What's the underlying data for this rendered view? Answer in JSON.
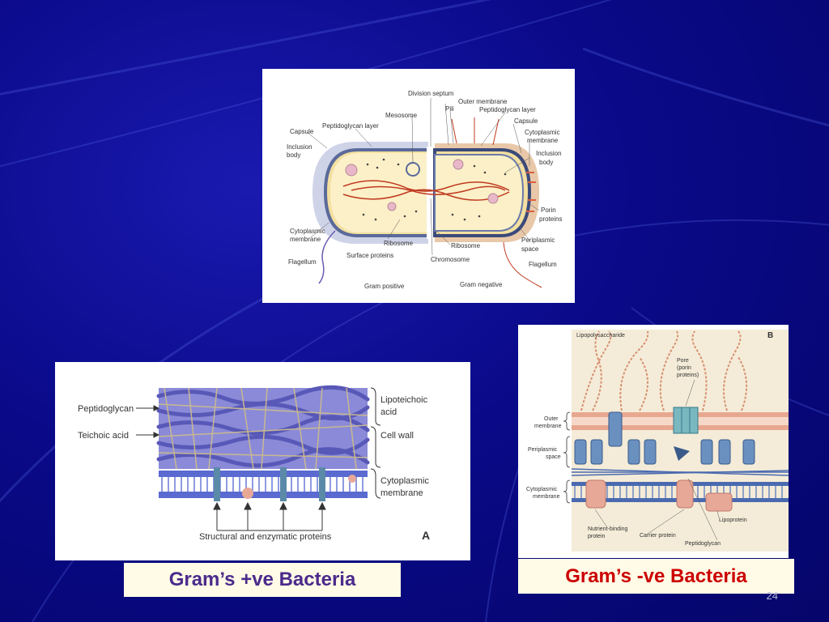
{
  "top_diagram": {
    "labels": {
      "division_septum": "Division septum",
      "outer_membrane": "Outer membrane",
      "pili": "Pili",
      "mesosome": "Mesosome",
      "peptidoglycan_layer_left": "Peptidoglycan layer",
      "peptidoglycan_layer_right": "Peptidoglycan layer",
      "capsule_left": "Capsule",
      "capsule_right": "Capsule",
      "inclusion_body_left": [
        "Inclusion",
        "body"
      ],
      "cytoplasmic_membrane_right": [
        "Cytoplasmic",
        "membrane"
      ],
      "inclusion_body_right": [
        "Inclusion",
        "body"
      ],
      "porin_proteins": [
        "Porin",
        "proteins"
      ],
      "cytoplasmic_membrane_left": [
        "Cytoplasmic",
        "membrane"
      ],
      "ribosome_left": "Ribosome",
      "ribosome_right": "Ribosome",
      "periplasmic_space": [
        "Periplasmic",
        "space"
      ],
      "surface_proteins": "Surface proteins",
      "chromosome": "Chromosome",
      "flagellum_left": "Flagellum",
      "flagellum_right": "Flagellum",
      "gram_positive": "Gram positive",
      "gram_negative": "Gram negative"
    }
  },
  "gp_diagram": {
    "labels": {
      "peptidoglycan": "Peptidoglycan",
      "teichoic_acid": "Teichoic acid",
      "lipoteichoic_acid": [
        "Lipoteichoic",
        "acid"
      ],
      "cell_wall": "Cell wall",
      "cytoplasmic_membrane": [
        "Cytoplasmic",
        "membrane"
      ],
      "structural_proteins": "Structural and enzymatic proteins",
      "panel_letter": "A"
    }
  },
  "gn_diagram": {
    "labels": {
      "lipopolysaccharide": "Lipopolysaccharide",
      "panel_letter": "B",
      "pore": [
        "Pore",
        "(porin",
        "proteins)"
      ],
      "outer_membrane": [
        "Outer",
        "membrane"
      ],
      "periplasmic_space": [
        "Periplasmic",
        "space"
      ],
      "cytoplasmic_membrane": [
        "Cytoplasmic",
        "membrane"
      ],
      "nutrient_binding_protein": [
        "Nutrient-binding",
        "protein"
      ],
      "carrier_protein": "Carrier protein",
      "lipoprotein": "Lipoprotein",
      "peptidoglycan": "Peptidoglycan"
    }
  },
  "captions": {
    "gram_positive": "Gram’s +ve Bacteria",
    "gram_negative": "Gram’s -ve Bacteria"
  },
  "slide_number": "24"
}
